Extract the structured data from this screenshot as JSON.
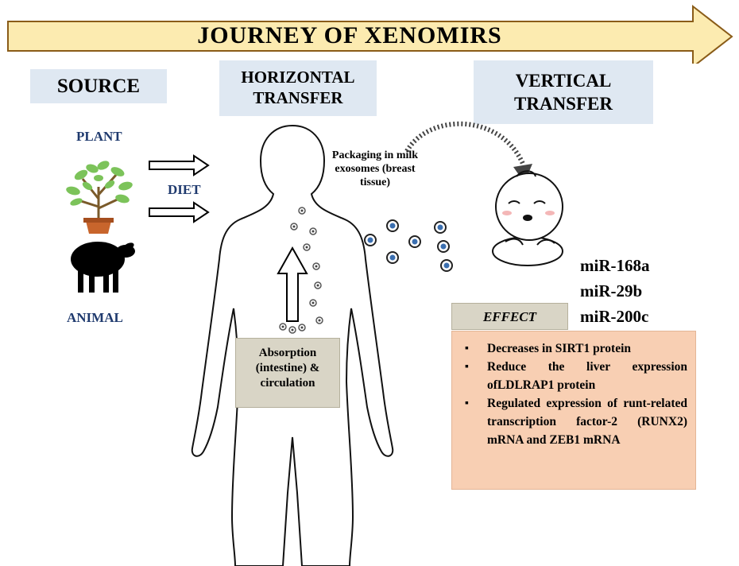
{
  "title": "JOURNEY  OF   XENOMIRS",
  "headers": {
    "source": "SOURCE",
    "horizontal": "HORIZONTAL\nTRANSFER",
    "vertical": "VERTICAL\nTRANSFER"
  },
  "sources": {
    "plant": "PLANT",
    "animal": "ANIMAL",
    "diet": "DIET"
  },
  "packaging": "Packaging in milk exosomes (breast tissue)",
  "absorption": "Absorption (intestine) & circulation",
  "mirnas": [
    "miR-168a",
    "miR-29b",
    "miR-200c"
  ],
  "effect": {
    "label": "EFFECT",
    "items": [
      "Decreases in SIRT1 protein",
      "Reduce the liver expression ofLDLRAP1 protein",
      "Regulated expression of runt-related transcription factor-2 (RUNX2) mRNA and ZEB1 mRNA"
    ]
  },
  "colors": {
    "banner_fill": "#fcebb0",
    "banner_stroke": "#8a5c18",
    "header_box": "#dfe8f2",
    "label_blue": "#1f3a6e",
    "effect_box": "#f8cfb3",
    "tan_box": "#d9d5c6"
  }
}
